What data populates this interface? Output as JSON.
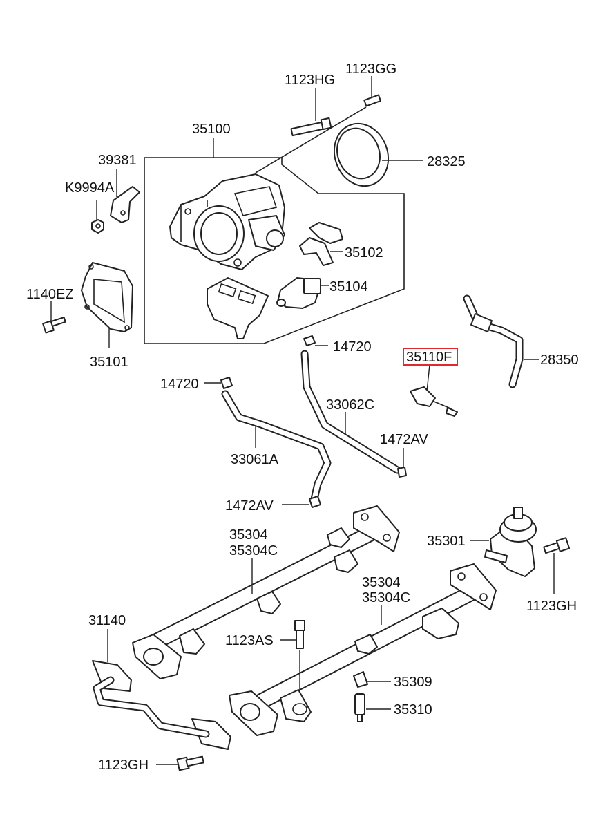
{
  "labels": {
    "p1123HG": "1123HG",
    "p1123GG": "1123GG",
    "p35100": "35100",
    "p28325": "28325",
    "p39381": "39381",
    "pK9994A": "K9994A",
    "p35102": "35102",
    "p35104": "35104",
    "p1140EZ": "1140EZ",
    "p35101": "35101",
    "p14720a": "14720",
    "p35110F": "35110F",
    "p28350": "28350",
    "p14720b": "14720",
    "p33062C": "33062C",
    "p1472AVa": "1472AV",
    "p33061A": "33061A",
    "p1472AVb": "1472AV",
    "p35304a": "35304",
    "p35304Ca": "35304C",
    "p35301": "35301",
    "p35304b": "35304",
    "p35304Cb": "35304C",
    "p1123GHa": "1123GH",
    "p31140": "31140",
    "p1123AS": "1123AS",
    "p35309": "35309",
    "p35310": "35310",
    "p1123GHb": "1123GH"
  },
  "highlight_color": "#e0282e",
  "highlighted_part": "35110F"
}
